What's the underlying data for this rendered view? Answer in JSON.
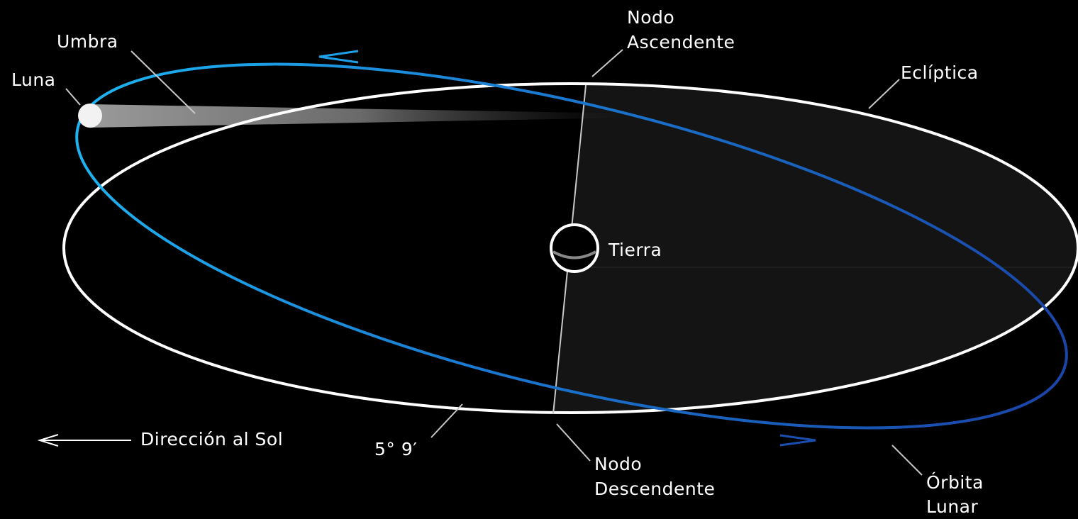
{
  "labels": {
    "umbra": "Umbra",
    "luna": "Luna",
    "nodo_ascendente_1": "Nodo",
    "nodo_ascendente_2": "Ascendente",
    "ecliptica": "Eclíptica",
    "tierra": "Tierra",
    "direccion_sol": "Dirección al Sol",
    "angulo": "5° 9′",
    "nodo_descendente_1": "Nodo",
    "nodo_descendente_2": "Descendente",
    "orbita_lunar_1": "Órbita",
    "orbita_lunar_2": "Lunar"
  },
  "colors": {
    "background": "#000000",
    "ecliptic": "#ffffff",
    "orbit_light": "#1ea0e6",
    "orbit_dark": "#1a4fb0",
    "shadow_fill": "#141414",
    "leader_line": "#bfbfbf"
  }
}
